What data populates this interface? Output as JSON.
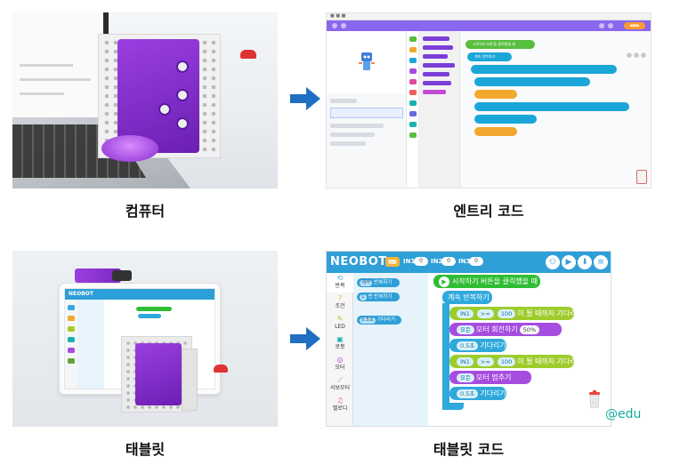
{
  "captions": {
    "computer": "컴퓨터",
    "entry_code": "엔트리 코드",
    "tablet": "태블릿",
    "tablet_code": "태블릿 코드"
  },
  "watermark": "@edu",
  "colors": {
    "arrow": "#1f6fc2",
    "neobot_header": "#2f9fd8",
    "block_green": "#2fbd33",
    "block_blue": "#2fa9dc",
    "block_lime": "#9fcc2d",
    "block_purple": "#a64de0",
    "entry_top": "#8b67ee"
  },
  "entry": {
    "start_block": "시작하기 버튼을 클릭했을 때",
    "repeat_block": "계속 반복하기"
  },
  "neobot": {
    "logo": "NEOBOT",
    "inputs": [
      {
        "label": "IN1",
        "value": "0"
      },
      {
        "label": "IN2",
        "value": "0"
      },
      {
        "label": "IN3",
        "value": "0"
      }
    ],
    "header_icons": [
      "gamepad-icon",
      "play-icon",
      "download-icon",
      "menu-icon"
    ],
    "categories": [
      {
        "label": "반복",
        "icon": "loop-icon",
        "color": "#2fa9dc"
      },
      {
        "label": "조건",
        "icon": "question-icon",
        "color": "#f2a72e"
      },
      {
        "label": "LED",
        "icon": "led-icon",
        "color": "#a6cb2a"
      },
      {
        "label": "로봇",
        "icon": "robot-icon",
        "color": "#19b1b1"
      },
      {
        "label": "모터",
        "icon": "motor-icon",
        "color": "#a64de0"
      },
      {
        "label": "서보모터",
        "icon": "servo-icon",
        "color": "#5fa33d"
      },
      {
        "label": "멜로디",
        "icon": "music-icon",
        "color": "#e04a9c"
      }
    ],
    "palette": [
      {
        "pill": "계속",
        "text": "반복하기"
      },
      {
        "pill": "1",
        "text": "번 반복하기"
      },
      {
        "pill": "0.5초",
        "text": "기다리기"
      }
    ],
    "script": {
      "start": "시작하기 버튼을 클릭했을 때",
      "forever": "계속 반복하기",
      "wait_until_1": {
        "port": "IN1",
        "op": ">=",
        "value": "100",
        "text": "이 될 때까지 기다리기"
      },
      "motor_rotate": {
        "pill": "모든",
        "text1": "모터 회전하기",
        "speed": "50%"
      },
      "wait_1": {
        "pill": "0.5초",
        "text": "기다리기"
      },
      "wait_until_2": {
        "port": "IN1",
        "op": ">=",
        "value": "100",
        "text": "이 될 때까지 기다리기"
      },
      "motor_stop": {
        "pill": "모든",
        "text": "모터 멈추기"
      },
      "wait_2": {
        "pill": "0.5초",
        "text": "기다리기"
      }
    }
  }
}
